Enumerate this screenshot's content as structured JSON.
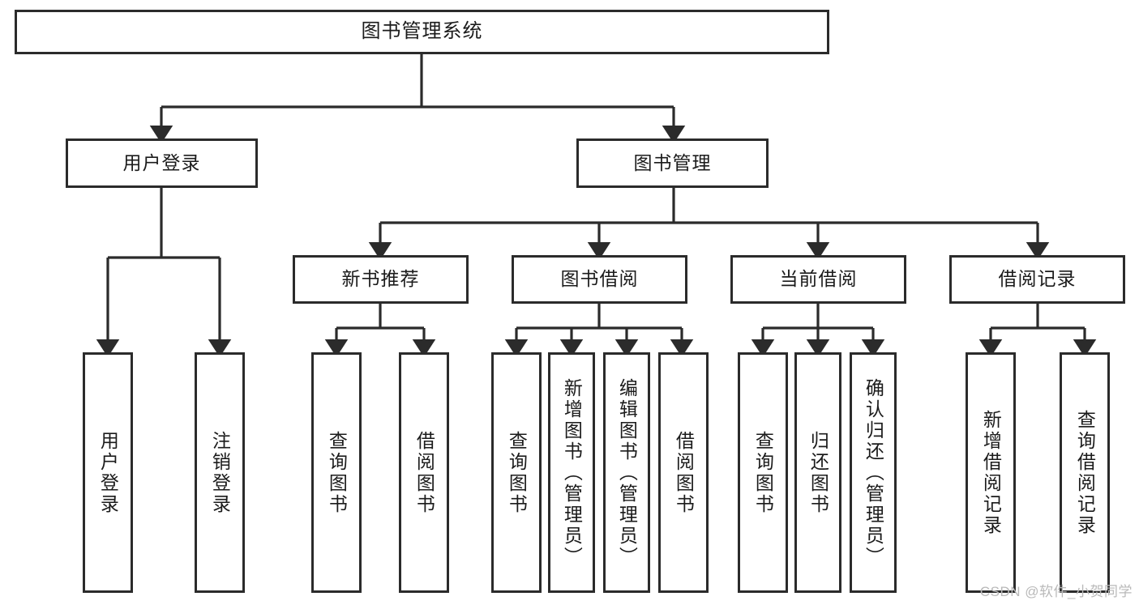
{
  "diagram": {
    "title": "图书管理系统",
    "type": "hierarchy-tree",
    "root": {
      "label": "图书管理系统"
    },
    "level2": [
      {
        "label": "用户登录"
      },
      {
        "label": "图书管理"
      }
    ],
    "level3": [
      {
        "label": "新书推荐"
      },
      {
        "label": "图书借阅"
      },
      {
        "label": "当前借阅"
      },
      {
        "label": "借阅记录"
      }
    ],
    "leaves": {
      "user_login": [
        {
          "label": "用户登录"
        },
        {
          "label": "注销登录"
        }
      ],
      "new_book_recommend": [
        {
          "label": "查询图书"
        },
        {
          "label": "借阅图书"
        }
      ],
      "book_borrow": [
        {
          "label": "查询图书"
        },
        {
          "label": "新增图书（管理员）"
        },
        {
          "label": "编辑图书（管理员）"
        },
        {
          "label": "借阅图书"
        }
      ],
      "current_borrow": [
        {
          "label": "查询图书"
        },
        {
          "label": "归还图书"
        },
        {
          "label": "确认归还（管理员）"
        }
      ],
      "borrow_record": [
        {
          "label": "新增借阅记录"
        },
        {
          "label": "查询借阅记录"
        }
      ]
    }
  },
  "watermark": {
    "text": "CSDN @软件_小贺同学"
  },
  "colors": {
    "stroke": "#2b2b2b",
    "fill": "#ffffff",
    "text": "#1b1b1b",
    "watermark": "#b9b9b9"
  }
}
